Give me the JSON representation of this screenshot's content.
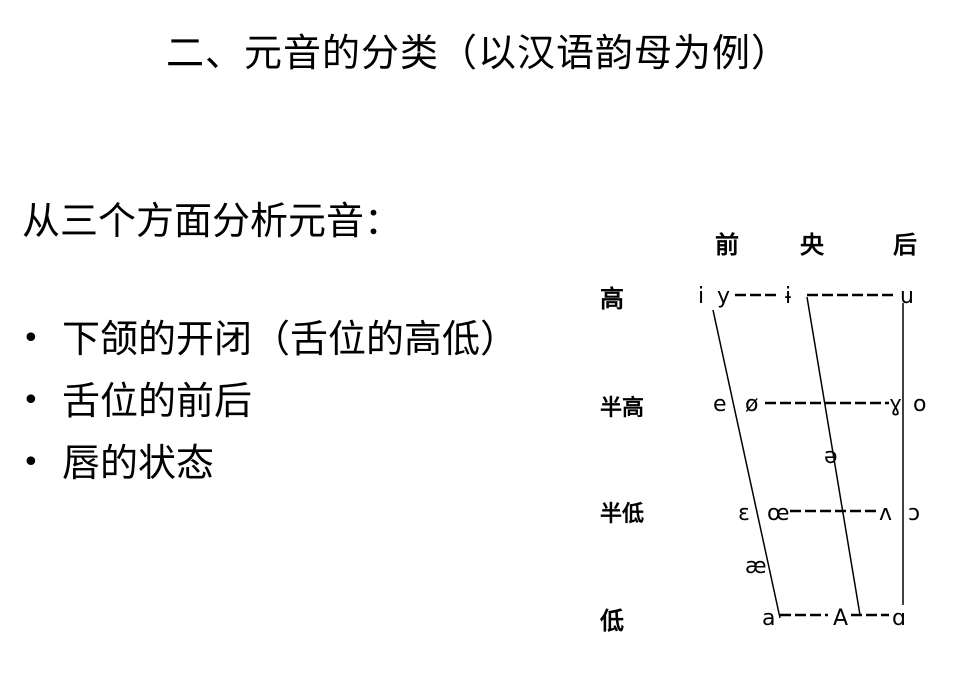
{
  "slide": {
    "title": "二、元音的分类（以汉语韵母为例）",
    "intro": "从三个方面分析元音：",
    "bullet_marker": "•",
    "bullets": [
      "下颌的开闭（舌位的高低）",
      "舌位的前后",
      "唇的状态"
    ]
  },
  "vowel_chart": {
    "columns": {
      "front": "前",
      "central": "央",
      "back": "后"
    },
    "rows": {
      "high": "高",
      "mid_high": "半高",
      "mid_low": "半低",
      "low": "低"
    },
    "vowels": {
      "i": "i",
      "y": "y",
      "barred_i": "ɨ",
      "u": "u",
      "e": "e",
      "o_slash": "ø",
      "gamma": "ɣ",
      "o": "o",
      "schwa": "ə",
      "epsilon": "ɛ",
      "oe": "œ",
      "turned_v": "ʌ",
      "open_o": "ɔ",
      "ae": "æ",
      "a": "a",
      "A": "A",
      "alpha": "ɑ"
    }
  }
}
